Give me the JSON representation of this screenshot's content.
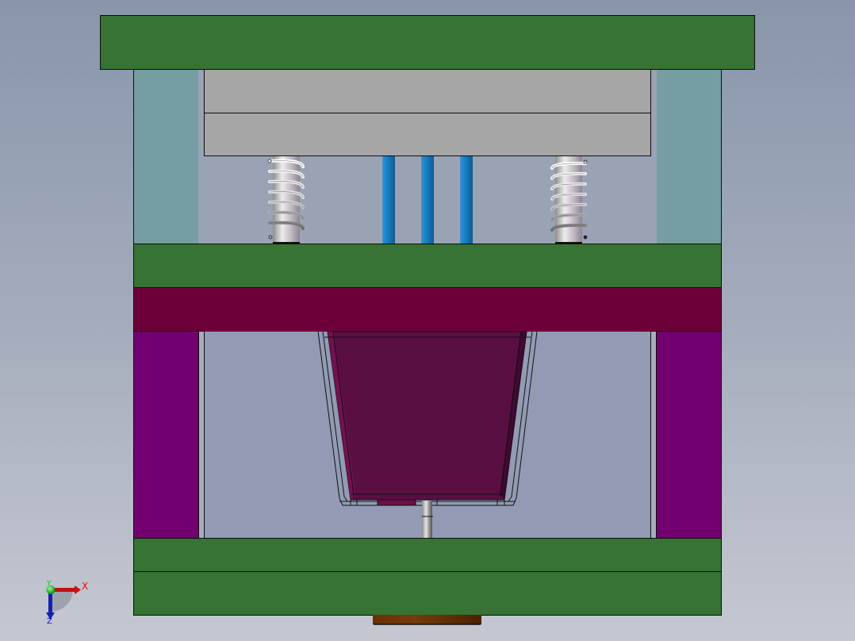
{
  "app": {
    "view": "front",
    "background_top": "#8896ab",
    "background_bottom": "#c5c8d1"
  },
  "model": {
    "name": "injection-mold-assembly",
    "colors": {
      "clamp_plate": "#377334",
      "support_block": "#769da2",
      "ejector_plate": "#a6a6a6",
      "a_plate": "#6e0039",
      "spacer_block": "#720070",
      "cavity_part": "#5a0f42",
      "return_pin": "#1a86cc",
      "spring": "#e8e8e8",
      "locating_ring": "#6b3608",
      "outline": "#0d0d0d"
    },
    "parts": [
      {
        "id": "top-clamp-plate",
        "label": "Top clamp plate"
      },
      {
        "id": "left-support-block",
        "label": "Left support block"
      },
      {
        "id": "right-support-block",
        "label": "Right support block"
      },
      {
        "id": "ejector-retainer-plate",
        "label": "Ejector retainer plate"
      },
      {
        "id": "ejector-plate",
        "label": "Ejector plate"
      },
      {
        "id": "left-spring",
        "label": "Left return spring"
      },
      {
        "id": "right-spring",
        "label": "Right return spring"
      },
      {
        "id": "ejector-pin-1",
        "label": "Ejector pin 1"
      },
      {
        "id": "ejector-pin-2",
        "label": "Ejector pin 2"
      },
      {
        "id": "ejector-pin-3",
        "label": "Ejector pin 3"
      },
      {
        "id": "b-plate",
        "label": "B plate"
      },
      {
        "id": "a-plate",
        "label": "A plate"
      },
      {
        "id": "left-spacer",
        "label": "Left spacer"
      },
      {
        "id": "right-spacer",
        "label": "Right spacer"
      },
      {
        "id": "cavity-insert",
        "label": "Cavity / molded part"
      },
      {
        "id": "sprue-bushing",
        "label": "Sprue bushing"
      },
      {
        "id": "cavity-plate",
        "label": "Cavity plate"
      },
      {
        "id": "bottom-clamp-plate",
        "label": "Bottom clamp plate"
      },
      {
        "id": "locating-ring",
        "label": "Locating ring"
      }
    ]
  },
  "triad": {
    "x_label": "X",
    "y_label": "Y",
    "z_label": "Z",
    "x_color": "#e01010",
    "y_color": "#10c010",
    "z_color": "#1010d0"
  }
}
